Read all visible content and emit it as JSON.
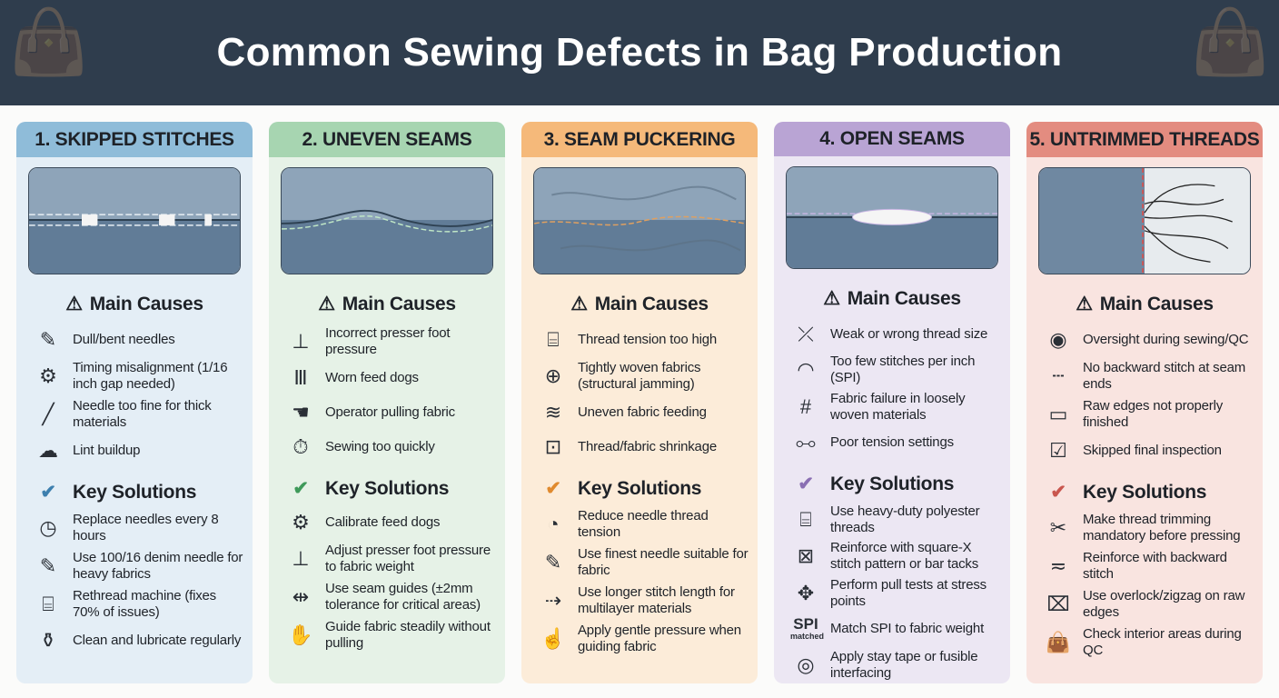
{
  "title": "Common Sewing Defects in Bag Production",
  "labels": {
    "causes": "Main Causes",
    "solutions": "Key Solutions"
  },
  "columns": [
    {
      "title": "1. SKIPPED STITCHES",
      "header_color": "#8fbcd9",
      "bg_color": "#e4eef6",
      "check_color": "#3d7fae",
      "illustration": "skipped",
      "causes": [
        {
          "icon": "needle-icon",
          "text": "Dull/bent needles"
        },
        {
          "icon": "gears-icon",
          "text": "Timing misalignment (1/16 inch gap needed)"
        },
        {
          "icon": "thin-needle-icon",
          "text": "Needle too fine for thick materials"
        },
        {
          "icon": "lint-cloud-icon",
          "text": "Lint buildup"
        }
      ],
      "solutions": [
        {
          "icon": "clock-icon",
          "text": "Replace needles every 8 hours"
        },
        {
          "icon": "needle-icon",
          "text": "Use 100/16 denim needle for heavy fabrics"
        },
        {
          "icon": "thread-spool-icon",
          "text": "Rethread machine (fixes 70% of issues)"
        },
        {
          "icon": "oil-bottle-icon",
          "text": "Clean and lubricate regularly"
        }
      ]
    },
    {
      "title": "2. UNEVEN SEAMS",
      "header_color": "#a7d5b1",
      "bg_color": "#e6f2e7",
      "check_color": "#3f9a5a",
      "illustration": "uneven",
      "causes": [
        {
          "icon": "presser-foot-icon",
          "text": "Incorrect presser foot pressure"
        },
        {
          "icon": "feed-dogs-icon",
          "text": "Worn feed dogs"
        },
        {
          "icon": "hand-pulling-icon",
          "text": "Operator pulling fabric"
        },
        {
          "icon": "stopwatch-icon",
          "text": "Sewing too quickly"
        }
      ],
      "solutions": [
        {
          "icon": "gears-icon",
          "text": "Calibrate feed dogs"
        },
        {
          "icon": "presser-foot-icon",
          "text": "Adjust presser foot pressure to fabric weight"
        },
        {
          "icon": "seam-guide-icon",
          "text": "Use seam guides (±2mm tolerance for critical areas)"
        },
        {
          "icon": "hands-guiding-icon",
          "text": "Guide fabric steadily without pulling"
        }
      ]
    },
    {
      "title": "3. SEAM PUCKERING",
      "header_color": "#f5b97a",
      "bg_color": "#fcecd9",
      "check_color": "#e08a2e",
      "illustration": "pucker",
      "causes": [
        {
          "icon": "thread-spool-icon",
          "text": "Thread tension too high"
        },
        {
          "icon": "magnifier-weave-icon",
          "text": "Tightly woven fabrics (structural jamming)"
        },
        {
          "icon": "fabric-layers-icon",
          "text": "Uneven fabric feeding"
        },
        {
          "icon": "shrink-icon",
          "text": "Thread/fabric shrinkage"
        }
      ],
      "solutions": [
        {
          "icon": "tension-dial-icon",
          "text": "Reduce needle thread tension"
        },
        {
          "icon": "needle-icon",
          "text": "Use finest needle suitable for fabric"
        },
        {
          "icon": "stitch-length-icon",
          "text": "Use longer stitch length for multilayer materials"
        },
        {
          "icon": "gentle-hand-icon",
          "text": "Apply gentle pressure when guiding fabric"
        }
      ]
    },
    {
      "title": "4. OPEN SEAMS",
      "header_color": "#b9a4d4",
      "bg_color": "#ece7f3",
      "check_color": "#8a6fb3",
      "illustration": "open",
      "causes": [
        {
          "icon": "broken-thread-icon",
          "text": "Weak or wrong thread size"
        },
        {
          "icon": "spi-gauge-icon",
          "text": "Too few stitches per inch (SPI)"
        },
        {
          "icon": "loose-weave-icon",
          "text": "Fabric failure in loosely woven materials"
        },
        {
          "icon": "sliders-icon",
          "text": "Poor tension settings"
        }
      ],
      "solutions": [
        {
          "icon": "thread-cone-icon",
          "text": "Use heavy-duty polyester threads"
        },
        {
          "icon": "square-x-icon",
          "text": "Reinforce with square-X stitch pattern or bar tacks"
        },
        {
          "icon": "pull-arrows-icon",
          "text": "Perform pull tests at stress points"
        },
        {
          "icon": "spi-matched-icon",
          "icon_text": "SPI",
          "icon_subtext": "matched",
          "text": "Match SPI to fabric weight"
        },
        {
          "icon": "tape-roll-icon",
          "text": "Apply stay tape or fusible interfacing"
        }
      ]
    },
    {
      "title": "5. UNTRIMMED THREADS",
      "header_color": "#e38c80",
      "bg_color": "#f9e4e0",
      "check_color": "#c9564e",
      "illustration": "untrimmed",
      "causes": [
        {
          "icon": "eye-icon",
          "text": "Oversight during sewing/QC"
        },
        {
          "icon": "seam-end-icon",
          "text": "No backward stitch at seam ends"
        },
        {
          "icon": "raw-edge-icon",
          "text": "Raw edges not properly finished"
        },
        {
          "icon": "clipboard-check-icon",
          "text": "Skipped final inspection"
        }
      ],
      "solutions": [
        {
          "icon": "scissors-icon",
          "text": "Make thread trimming mandatory before pressing"
        },
        {
          "icon": "backstitch-icon",
          "text": "Reinforce with backward stitch"
        },
        {
          "icon": "sewing-machine-icon",
          "text": "Use overlock/zigzag on raw edges"
        },
        {
          "icon": "bag-icon",
          "text": "Check interior areas during QC"
        }
      ]
    }
  ]
}
